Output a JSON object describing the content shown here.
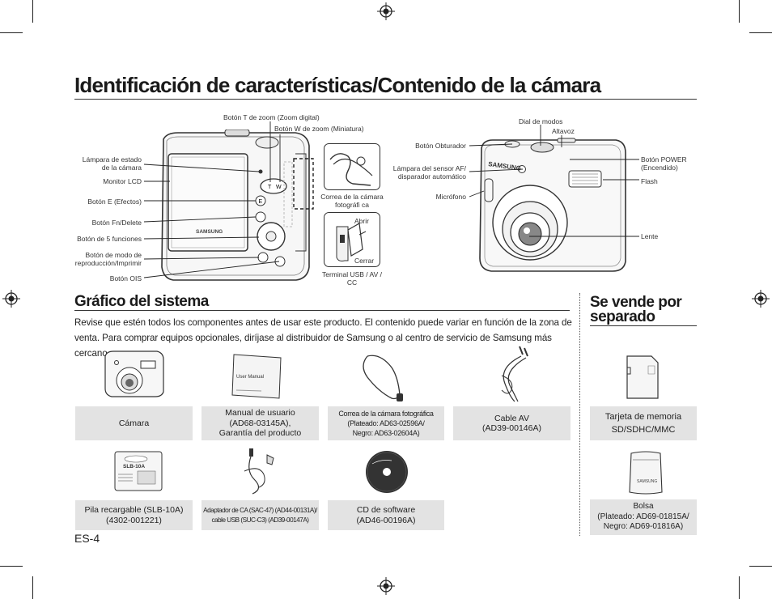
{
  "page": {
    "title": "Identificación de características/Contenido de la cámara",
    "page_number": "ES-4"
  },
  "back_labels": {
    "zoom_t": "Botón T de zoom (Zoom digital)",
    "zoom_w": "Botón W de zoom (Miniatura)",
    "status_lamp_1": "Lámpara de estado",
    "status_lamp_2": "de la cámara",
    "lcd": "Monitor LCD",
    "e_button": "Botón E (Efectos)",
    "fn_button": "Botón Fn/Delete",
    "five_func": "Botón de 5 funciones",
    "playback_1": "Botón de modo de",
    "playback_2": "reproducción/Imprimir",
    "ois": "Botón OIS",
    "strap_1": "Correa de la cámara",
    "strap_2": "fotográfi ca",
    "open": "Abrir",
    "close": "Cerrar",
    "usb_1": "Terminal USB / AV /",
    "usb_2": "CC"
  },
  "front_labels": {
    "mode_dial": "Dial de modos",
    "speaker": "Altavoz",
    "shutter": "Botón Obturador",
    "af_1": "Lámpara del sensor AF/",
    "af_2": "disparador automático",
    "mic": "Micrófono",
    "power_1": "Botón POWER",
    "power_2": "(Encendido)",
    "flash": "Flash",
    "lens": "Lente"
  },
  "system": {
    "heading": "Gráfico del sistema",
    "intro": "Revise que estén todos los componentes antes de usar este producto. El contenido puede variar en función de la zona de venta. Para comprar equipos opcionales, diríjase al distribuidor de Samsung o al centro de servicio de Samsung más cercano.",
    "items": [
      {
        "caption": "Cámara",
        "icon": "camera-icon"
      },
      {
        "caption": "Manual de usuario\n(AD68-03145A),\nGarantía del producto",
        "icon": "manual-icon",
        "thumb_text": "User Manual"
      },
      {
        "caption": "Correa de la cámara fotográfica\n(Plateado: AD63-02596A/\nNegro: AD63-02604A)",
        "icon": "strap-icon"
      },
      {
        "caption": "Cable AV\n(AD39-00146A)",
        "icon": "av-cable-icon"
      },
      {
        "caption": "Pila recargable (SLB-10A)\n(4302-001221)",
        "icon": "battery-icon",
        "thumb_text": "SLB-10A"
      },
      {
        "caption": "Adaptador de CA (SAC-47) (AD44-00131A)/\ncable USB (SUC-C3) (AD39-00147A)",
        "icon": "usb-cable-icon"
      },
      {
        "caption": "CD de software\n(AD46-00196A)",
        "icon": "cd-icon"
      }
    ]
  },
  "separate": {
    "heading_1": "Se vende por",
    "heading_2": "separado",
    "items": [
      {
        "caption": "Tarjeta de memoria\nSD/SDHC/MMC",
        "icon": "sd-card-icon"
      },
      {
        "caption": "Bolsa\n(Plateado: AD69-01815A/\nNegro: AD69-01816A)",
        "icon": "pouch-icon",
        "thumb_text": "SAMSUNG"
      }
    ]
  },
  "brand": "SAMSUNG",
  "colors": {
    "caption_bg": "#e3e3e3",
    "text": "#222222"
  }
}
